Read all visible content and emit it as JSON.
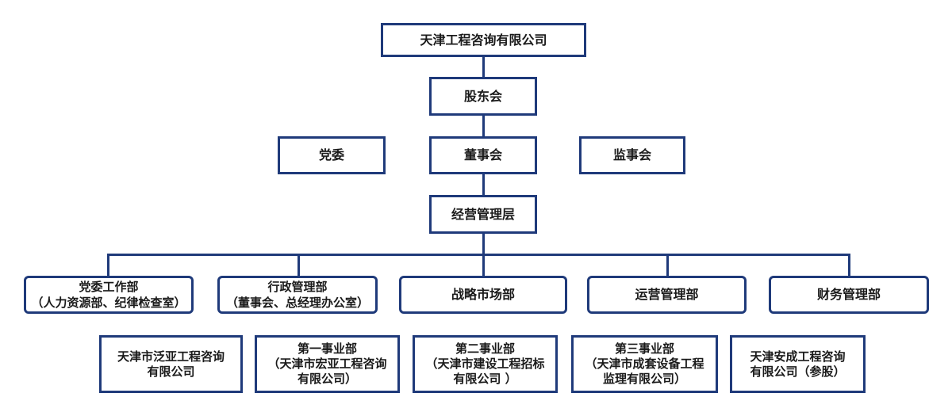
{
  "company": "天津工程咨询有限公司",
  "shareholders": "股东会",
  "party_committee": "党委",
  "board": "董事会",
  "supervisory_board": "监事会",
  "management": "经营管理层",
  "departments": [
    {
      "line1": "党委工作部",
      "line2": "（人力资源部、纪律检查室）"
    },
    {
      "line1": "行政管理部",
      "line2": "（董事会、总经理办公室）"
    },
    {
      "line1": "战略市场部",
      "line2": ""
    },
    {
      "line1": "运营管理部",
      "line2": ""
    },
    {
      "line1": "财务管理部",
      "line2": ""
    }
  ],
  "subsidiaries": [
    {
      "text": "天津市泛亚工程咨询\n有限公司"
    },
    {
      "text": "第一事业部\n（天津市宏亚工程咨询\n有限公司）"
    },
    {
      "text": "第二事业部\n（天津市建设工程招标\n有限公司 ）"
    },
    {
      "text": "第三事业部\n（天津市成套设备工程\n监理有限公司）"
    },
    {
      "text": "天津安成工程咨询\n有限公司（参股）"
    }
  ]
}
